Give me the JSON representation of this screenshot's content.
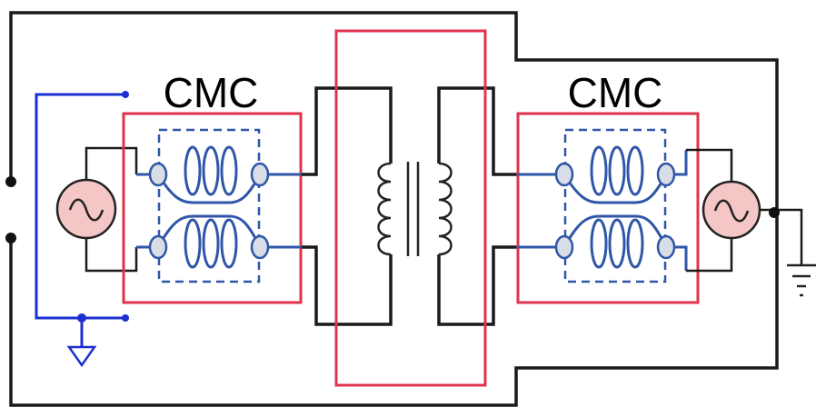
{
  "labels": {
    "cmc_left": "CMC",
    "cmc_right": "CMC"
  },
  "colors": {
    "wire": "#1a1a1a",
    "blue_ground_wire": "#1c2fd0",
    "box_outline": "#e0334c",
    "cmc_winding": "#2f56a8",
    "source_fill": "#f4c6c6"
  },
  "components": [
    "left-ac-source",
    "left-common-mode-choke",
    "isolation-transformer",
    "right-common-mode-choke",
    "right-ac-source",
    "earth-ground",
    "signal-ground"
  ]
}
